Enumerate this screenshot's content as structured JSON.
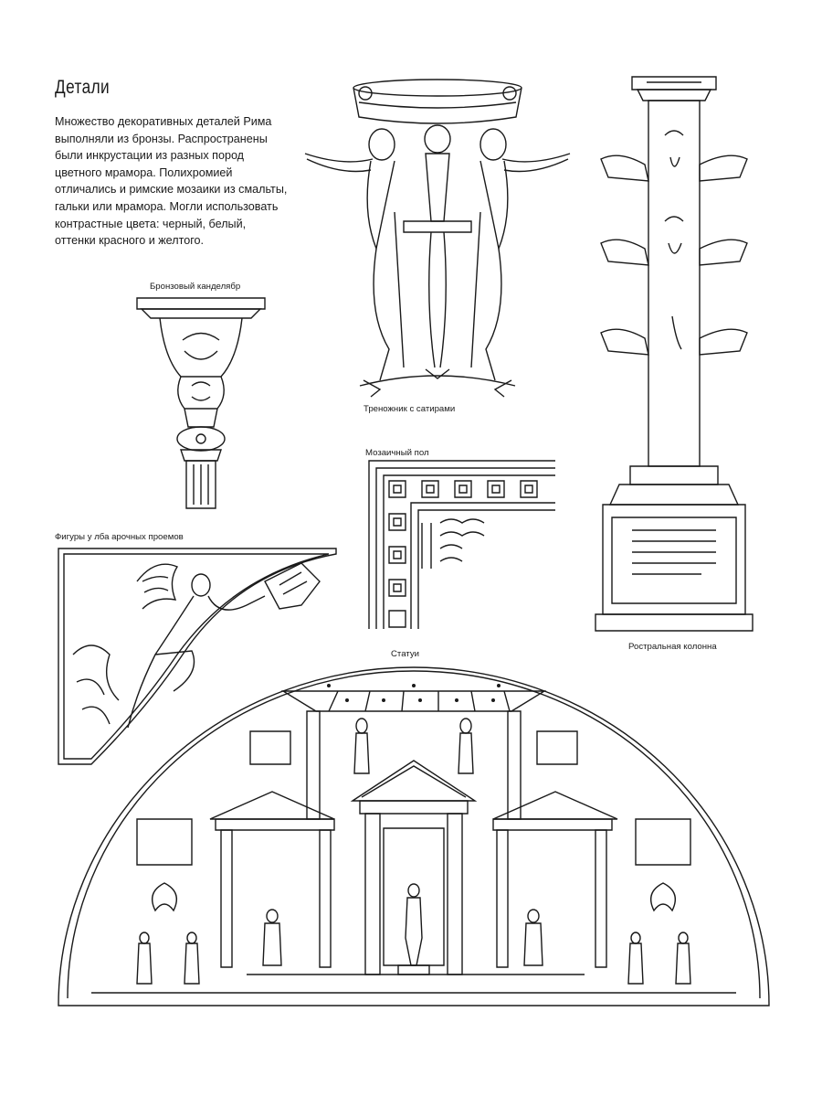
{
  "page": {
    "title": "Детали",
    "intro": "Множество декоративных деталей Рима\nвыполняли из бронзы. Распространены\nбыли инкрустации из разных пород\nцветного мрамора. Полихромией\nотличались и римские мозаики из смальты,\nгальки или мрамора. Могли использовать\nконтрастные цвета: черный, белый,\nоттенки красного и желтого."
  },
  "captions": {
    "candelabrum": "Бронзовый канделябр",
    "tripod": "Треножник с сатирами",
    "mosaic": "Мозаичный пол",
    "rostral": "Ростральная колонна",
    "arch_figures": "Фигуры у лба арочных проемов",
    "statues": "Статуи"
  },
  "colors": {
    "ink": "#1a1a1a",
    "paper": "#ffffff"
  }
}
